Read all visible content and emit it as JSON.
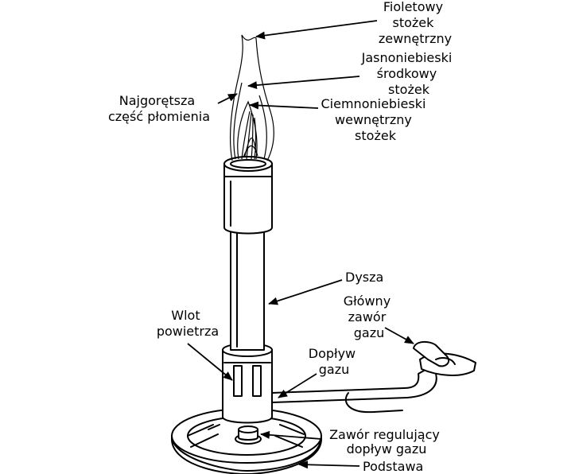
{
  "colors": {
    "line": "#000000",
    "background": "#ffffff"
  },
  "labels": {
    "outer_cone": [
      "Fioletowy",
      "stożek",
      "zewnętrzny"
    ],
    "middle_cone": [
      "Jasnoniebieski",
      "środkowy",
      "stożek"
    ],
    "hottest": [
      "Najgorętsza",
      "część płomienia"
    ],
    "inner_cone": [
      "Ciemnoniebieski",
      "wewnętrzny",
      "stożek"
    ],
    "nozzle": [
      "Dysza"
    ],
    "main_valve": [
      "Główny",
      "zawór",
      "gazu"
    ],
    "air_inlet": [
      "Wlot",
      "powietrza"
    ],
    "gas_inflow": [
      "Dopływ",
      "gazu"
    ],
    "gas_regulator": [
      "Zawór regulujący",
      "dopływ gazu"
    ],
    "base": [
      "Podstawa"
    ]
  }
}
